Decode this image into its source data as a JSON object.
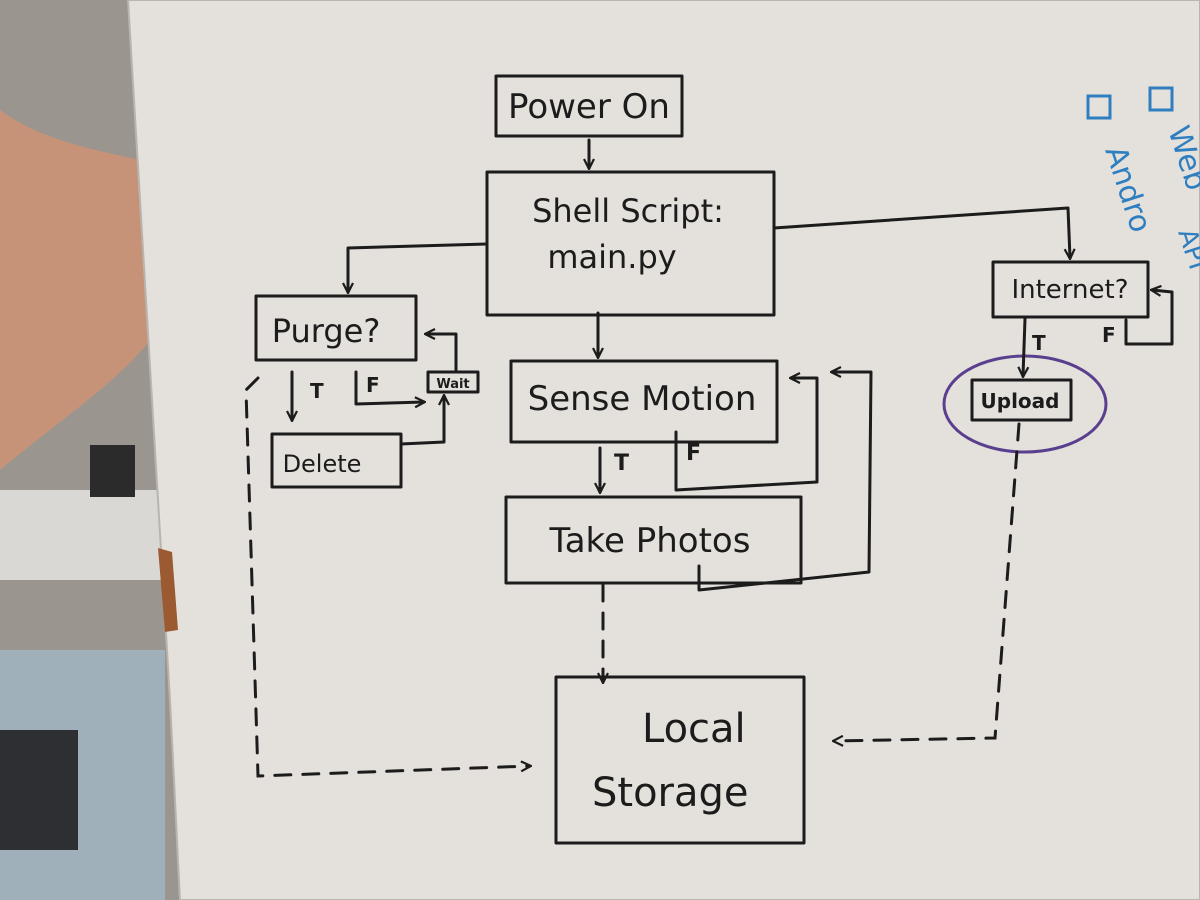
{
  "diagram": {
    "nodes": {
      "power_on": "Power On",
      "shell_line1": "Shell Script:",
      "shell_line2": "main.py",
      "purge": "Purge?",
      "wait": "Wait",
      "delete": "Delete",
      "sense_motion": "Sense Motion",
      "take_photos": "Take Photos",
      "internet": "Internet?",
      "upload": "Upload",
      "local_line1": "Local",
      "local_line2": "Storage"
    },
    "edge_labels": {
      "purge_true": "T",
      "purge_false": "F",
      "sense_true": "T",
      "sense_false": "F",
      "internet_true": "T",
      "internet_false": "F"
    },
    "side_note": {
      "item1": "Web",
      "item2": "Andro",
      "item3": "API"
    },
    "colors": {
      "ink": "#1c1c1c",
      "board": "#e4e1dc",
      "marker_blue": "#2f7fc0",
      "marker_purple": "#5a3f8e",
      "wall": "#8a8680"
    }
  }
}
